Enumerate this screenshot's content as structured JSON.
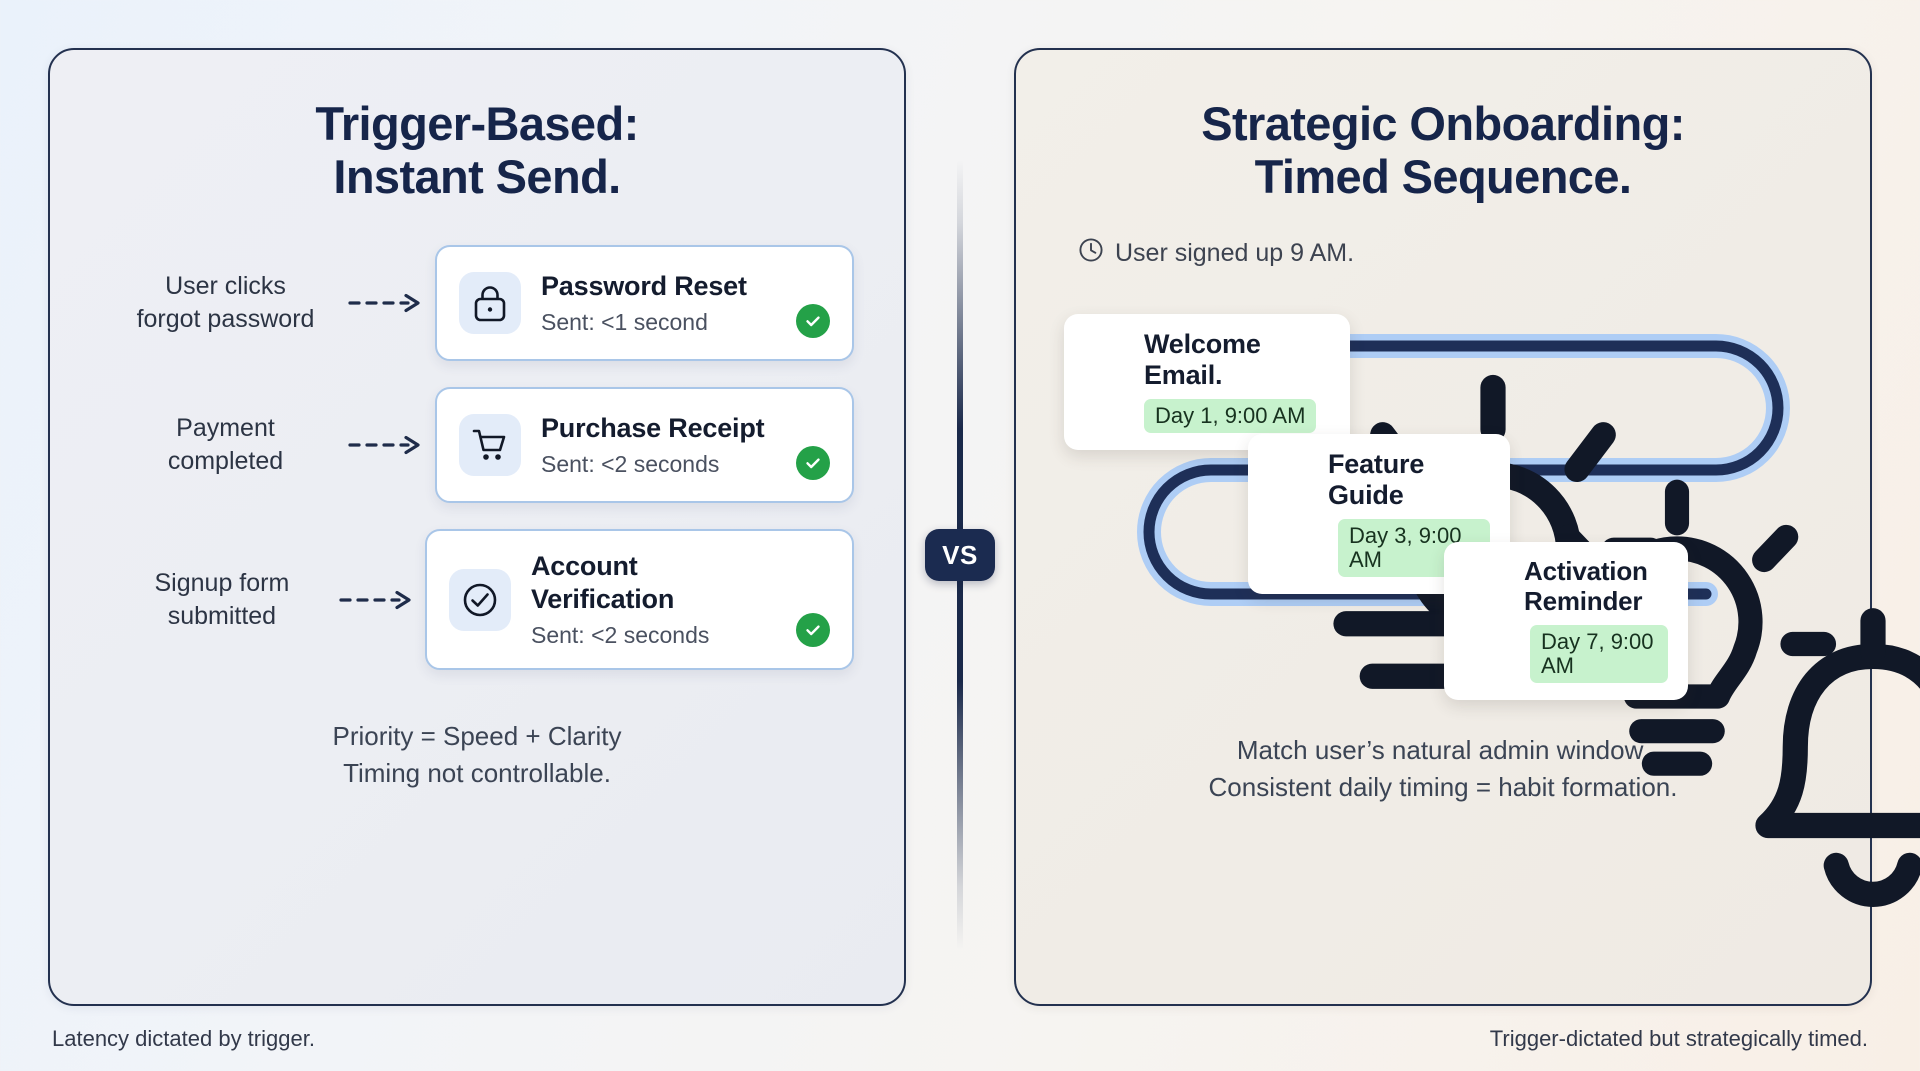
{
  "left_panel": {
    "title_line1": "Trigger-Based:",
    "title_line2": "Instant Send.",
    "rows": [
      {
        "trigger_line1": "User clicks",
        "trigger_line2": "forgot password",
        "icon": "lock-icon",
        "title": "Password Reset",
        "sub": "Sent: <1 second",
        "status": "check-icon"
      },
      {
        "trigger_line1": "Payment",
        "trigger_line2": "completed",
        "icon": "shopping-cart-icon",
        "title": "Purchase Receipt",
        "sub": "Sent: <2 seconds",
        "status": "check-icon"
      },
      {
        "trigger_line1": "Signup form",
        "trigger_line2": "submitted",
        "icon": "check-circle-icon",
        "title": "Account Verification",
        "sub": "Sent: <2 seconds",
        "status": "check-icon"
      }
    ],
    "footnote_line1": "Priority = Speed + Clarity",
    "footnote_line2": "Timing not controllable.",
    "footer_caption": "Latency dictated by trigger."
  },
  "right_panel": {
    "title_line1": "Strategic Onboarding:",
    "title_line2": "Timed Sequence.",
    "signup_note": "User signed up 9 AM.",
    "signup_icon": "clock-icon",
    "steps": [
      {
        "icon": "sunrise-icon",
        "title": "Welcome Email.",
        "chip": "Day 1, 9:00 AM"
      },
      {
        "icon": "lightbulb-icon",
        "title": "Feature Guide",
        "chip": "Day 3, 9:00 AM"
      },
      {
        "icon": "bell-icon",
        "title": "Activation Reminder",
        "chip": "Day 7, 9:00 AM"
      }
    ],
    "footnote_line1": "Match user’s natural admin window.",
    "footnote_line2": "Consistent daily timing = habit formation.",
    "footer_caption": "Trigger-dictated but strategically timed."
  },
  "divider": {
    "label": "VS"
  },
  "colors": {
    "navy": "#16254a",
    "path_dark": "#1e2f58",
    "path_light": "#aecdf5",
    "chip_green": "#c7f2cd",
    "check_green": "#24a148",
    "card_border_blue": "#a9c6e8"
  }
}
